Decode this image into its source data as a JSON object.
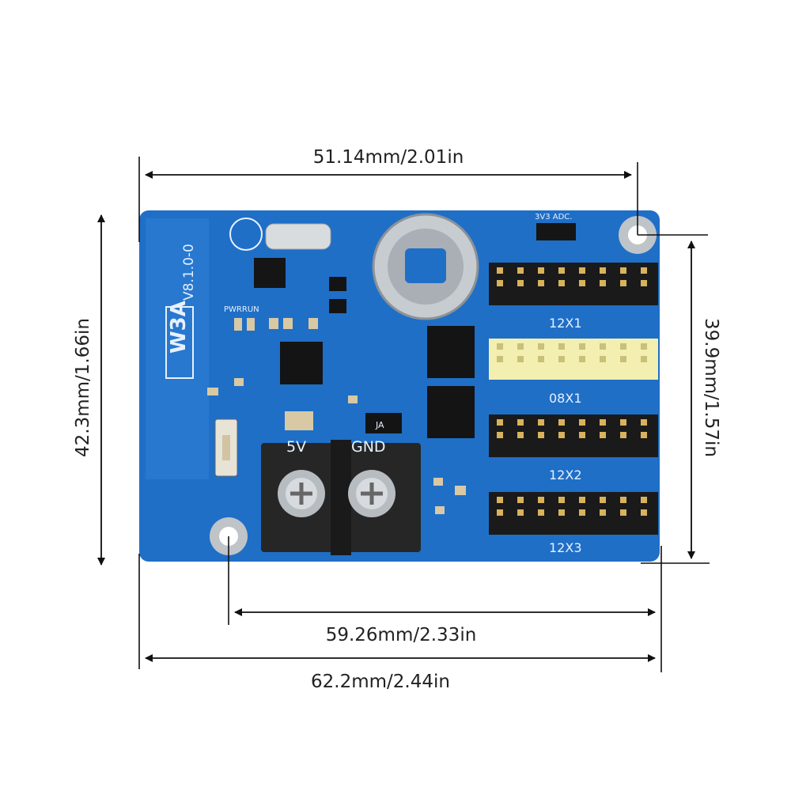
{
  "dimensions": {
    "top_width": "51.14mm/2.01in",
    "left_height": "42.3mm/1.66in",
    "right_height": "39.9mm/1.57in",
    "hole_spacing": "59.26mm/2.33in",
    "total_width": "62.2mm/2.44in"
  },
  "board": {
    "model": "W3A",
    "version": "V8.1.0-0",
    "silkscreen_3v3": "3V3 ADC.",
    "silkscreen_pwr": "PWRRUN",
    "terminal_5v": "5V",
    "terminal_gnd": "GND",
    "jumper": "JA",
    "ports": [
      "12X1",
      "08X1",
      "12X2",
      "12X3"
    ]
  },
  "colors": {
    "pcb_blue": "#1f6fc7",
    "header_black": "#1a1a1a",
    "header_yellow": "#f3efb0",
    "terminal": "#2a2a2a"
  }
}
